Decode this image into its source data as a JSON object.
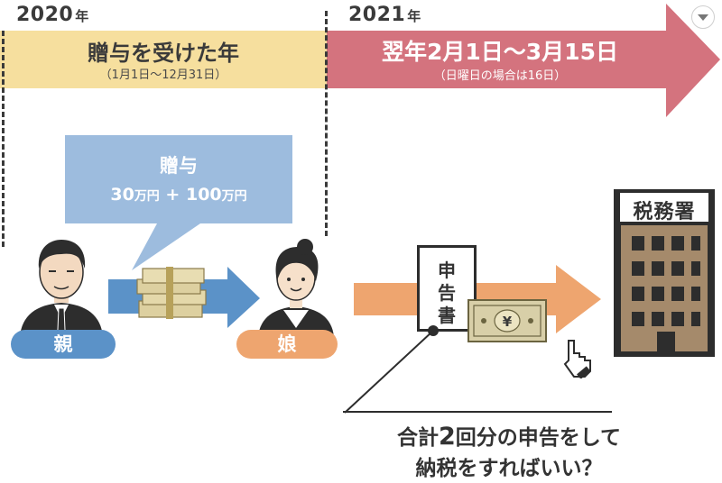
{
  "timeline": {
    "year1": {
      "number": "2020",
      "suffix": "年"
    },
    "year2": {
      "number": "2021",
      "suffix": "年"
    },
    "period1": {
      "title": "贈与を受けた年",
      "subtitle": "（1月1日～12月31日）"
    },
    "period2": {
      "title": "翌年2月1日～3月15日",
      "subtitle": "（日曜日の場合は16日）"
    }
  },
  "gift": {
    "title": "贈与",
    "amount1": "30",
    "unit1": "万円",
    "plus": " + ",
    "amount2": "100",
    "unit2": "万円"
  },
  "people": {
    "giver": "親",
    "receiver": "娘"
  },
  "form": {
    "chars": [
      "申",
      "告",
      "書"
    ],
    "yen": "¥"
  },
  "tax_office": {
    "label": "税務署"
  },
  "question": {
    "line1_pre": "合計",
    "line1_num": "2",
    "line1_post": "回分の申告をして",
    "line2": "納税をすればいい？"
  },
  "colors": {
    "yellow_band": "#f6df9e",
    "pink_arrow": "#d4737e",
    "blue_bubble": "#9dbcde",
    "blue_arrow": "#5b92c8",
    "orange": "#eea56f",
    "building": "#a58a6b",
    "dark": "#3a3a3a"
  },
  "icons": [
    "dropdown-chevron-icon",
    "father-avatar-icon",
    "daughter-avatar-icon",
    "cash-bundle-icon",
    "banknote-icon",
    "pointer-hand-icon",
    "building-icon"
  ]
}
